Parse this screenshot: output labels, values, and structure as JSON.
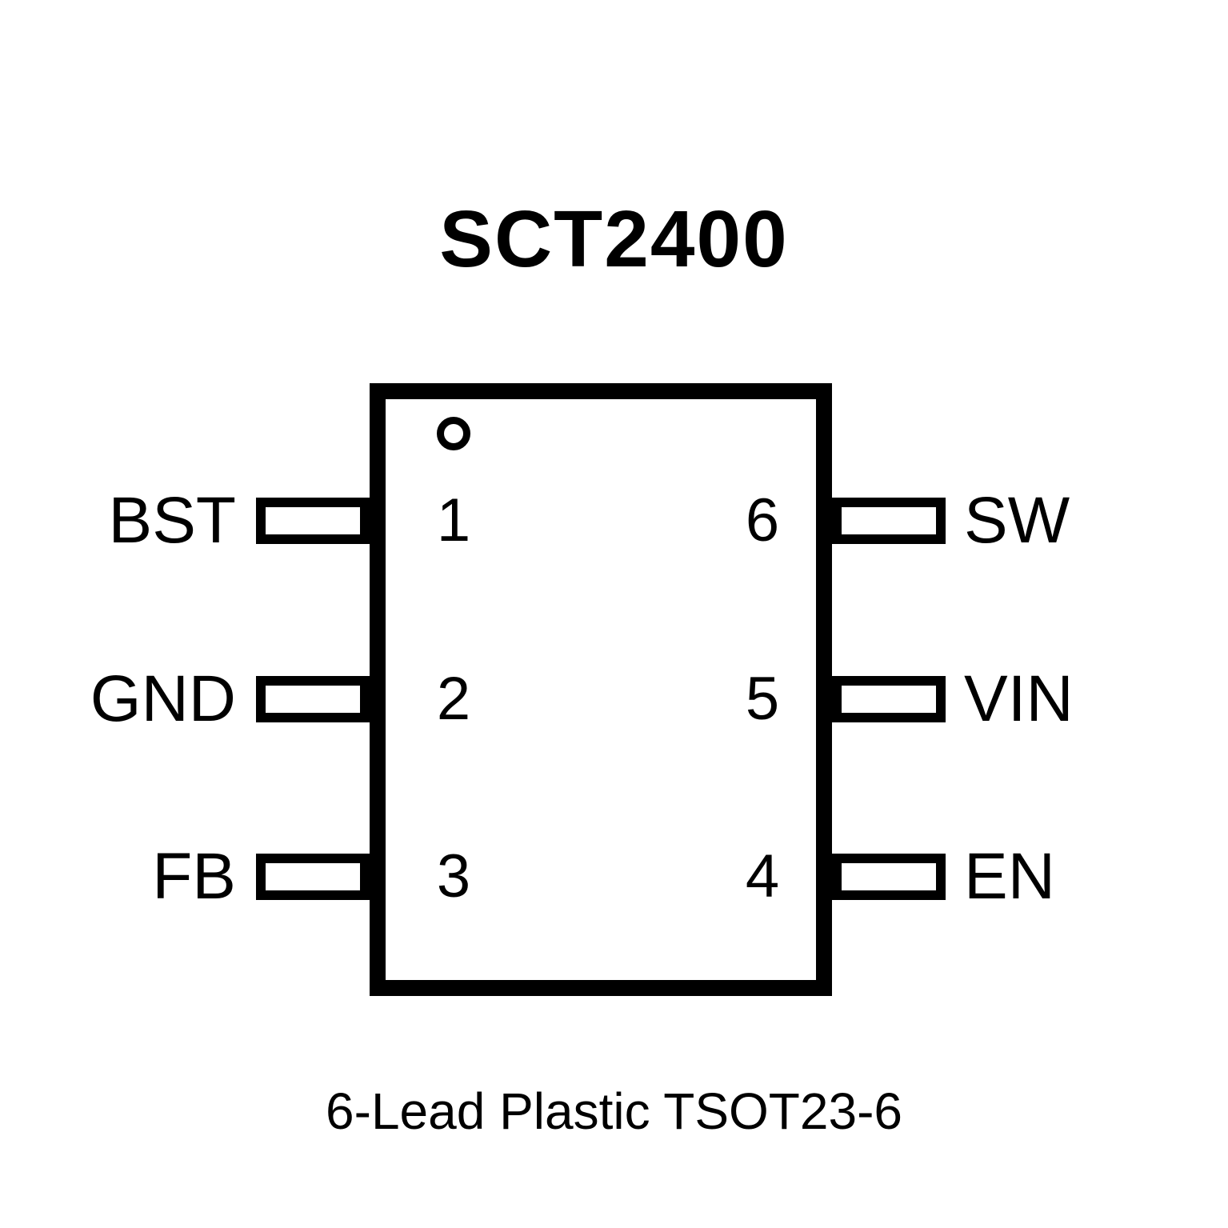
{
  "title": "SCT2400",
  "caption": "6-Lead Plastic TSOT23-6",
  "package": {
    "pin1_indicator": "circle"
  },
  "pins": {
    "left": [
      {
        "label": "BST",
        "number": "1"
      },
      {
        "label": "GND",
        "number": "2"
      },
      {
        "label": "FB",
        "number": "3"
      }
    ],
    "right": [
      {
        "label": "SW",
        "number": "6"
      },
      {
        "label": "VIN",
        "number": "5"
      },
      {
        "label": "EN",
        "number": "4"
      }
    ]
  }
}
